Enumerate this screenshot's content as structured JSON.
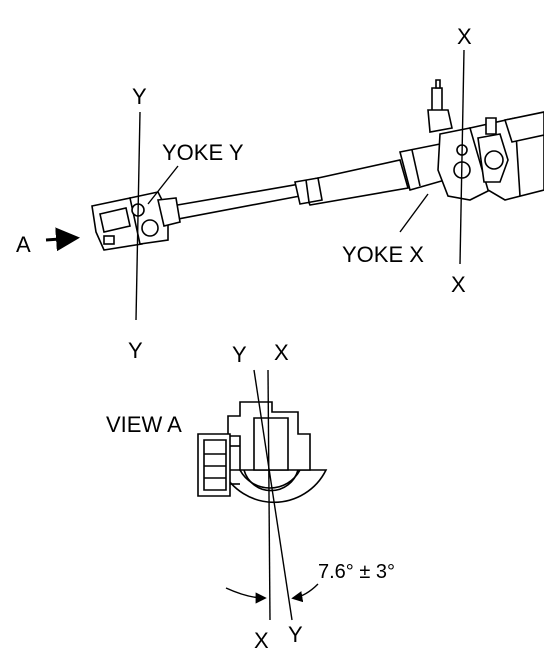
{
  "labels": {
    "top_y": "Y",
    "bottom_y": "Y",
    "top_x": "X",
    "bottom_x": "X",
    "yoke_y": "YOKE Y",
    "yoke_x": "YOKE X",
    "arrow_a": "A",
    "view_a": "VIEW A",
    "view_y_top": "Y",
    "view_x_top": "X",
    "view_x_bottom": "X",
    "view_y_bottom": "Y",
    "angle": "7.6° ± 3°"
  }
}
